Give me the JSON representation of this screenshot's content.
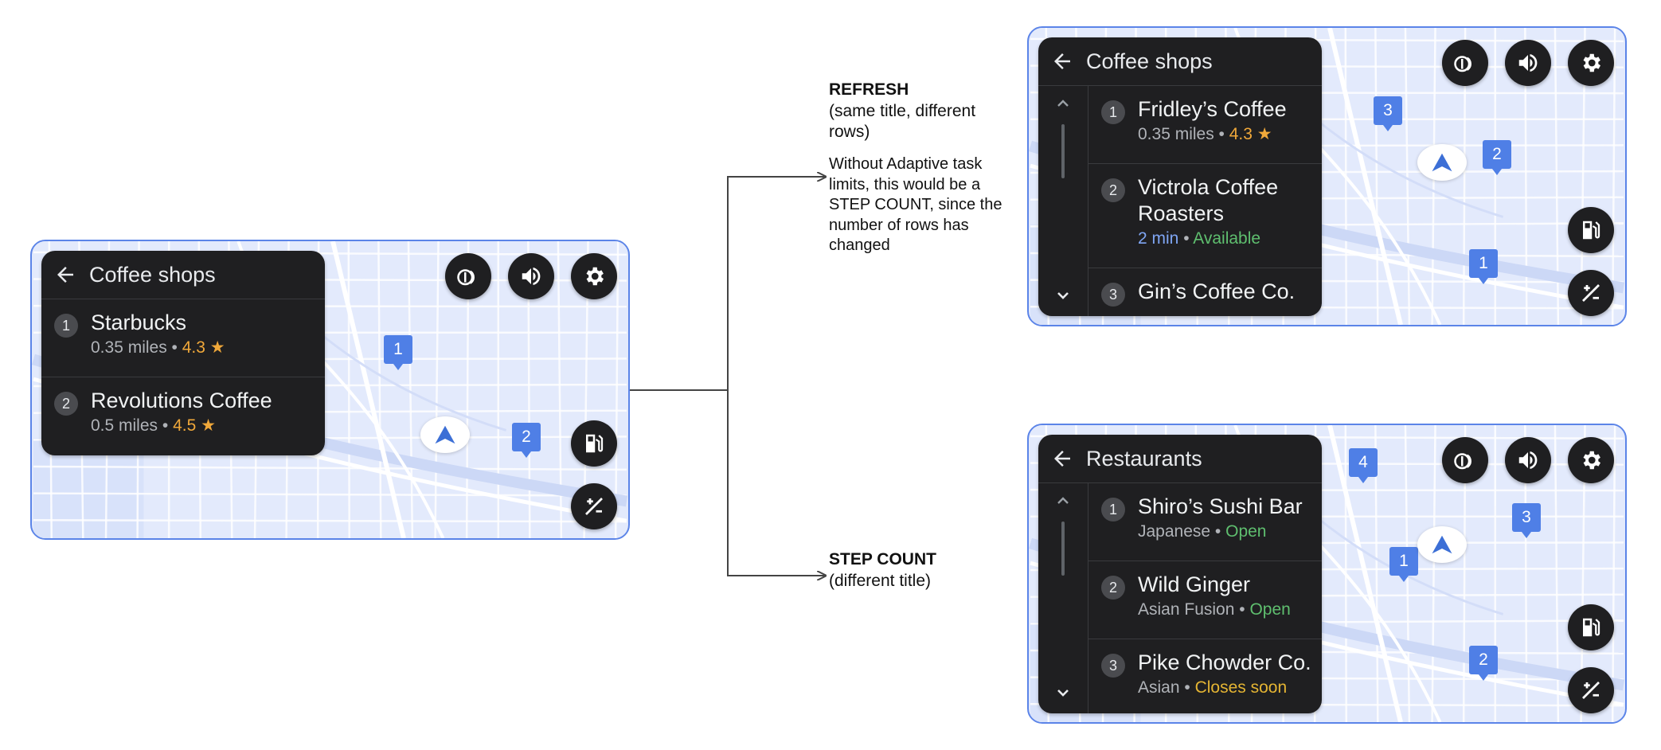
{
  "annotations": {
    "refresh": {
      "title": "REFRESH",
      "subtitle": "(same title, different rows)",
      "detail": "Without Adaptive task limits, this would be a STEP COUNT, since the number of rows has changed"
    },
    "step_count": {
      "title": "STEP COUNT",
      "subtitle": "(different title)"
    }
  },
  "screens": {
    "original": {
      "title": "Coffee shops",
      "rows": [
        {
          "num": "1",
          "name": "Starbucks",
          "distance": "0.35 miles",
          "sep": " • ",
          "rating": "4.3 ★"
        },
        {
          "num": "2",
          "name": "Revolutions Coffee",
          "distance": "0.5 miles",
          "sep": " • ",
          "rating": "4.5 ★"
        }
      ],
      "pins": [
        "1",
        "2"
      ]
    },
    "refresh": {
      "title": "Coffee shops",
      "rows": [
        {
          "num": "1",
          "name": "Fridley’s Coffee",
          "sub_a": "0.35 miles",
          "sep": " • ",
          "sub_b": "4.3 ★"
        },
        {
          "num": "2",
          "name": "Victrola Coffee Roasters",
          "sub_a": "2 min",
          "sep": " • ",
          "sub_b": "Available"
        },
        {
          "num": "3",
          "name": "Gin’s Coffee Co.",
          "sub_a": "",
          "sep": "",
          "sub_b": ""
        }
      ],
      "pins": [
        "3",
        "2",
        "1"
      ]
    },
    "step": {
      "title": "Restaurants",
      "rows": [
        {
          "num": "1",
          "name": "Shiro’s Sushi Bar",
          "sub_a": "Japanese",
          "sep": " • ",
          "sub_b": "Open"
        },
        {
          "num": "2",
          "name": "Wild Ginger",
          "sub_a": "Asian Fusion",
          "sep": " • ",
          "sub_b": "Open"
        },
        {
          "num": "3",
          "name": "Pike Chowder Co.",
          "sub_a": "Asian",
          "sep": " • ",
          "sub_b": "Closes soon"
        }
      ],
      "pins": [
        "4",
        "3",
        "1",
        "2"
      ]
    }
  },
  "icons": [
    "back-arrow-icon",
    "fast-forward-icon",
    "volume-icon",
    "gear-icon",
    "gas-station-icon",
    "zoom-icon",
    "navigation-arrow-icon",
    "chevron-up-icon",
    "chevron-down-icon"
  ],
  "colors": {
    "frame": "#5b84e8",
    "map": "#e3eafc",
    "card": "#1f1f21",
    "pin": "#4f7fe6",
    "rating": "#f0a83a",
    "open": "#5fbf6f"
  }
}
